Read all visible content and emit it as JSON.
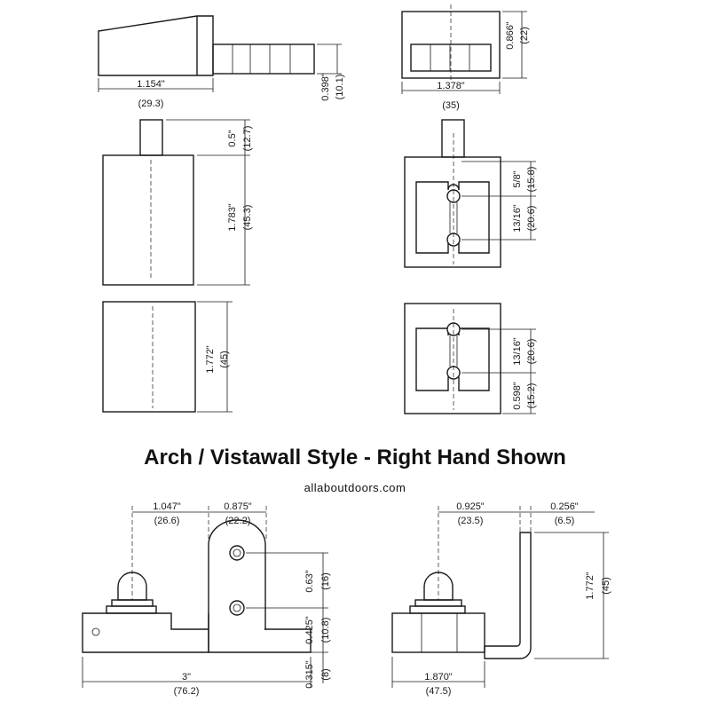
{
  "title": "Arch / Vistawall Style - Right Hand Shown",
  "source": "allaboutdoors.com",
  "dimensions": {
    "top_side_width_in": "1.154\"",
    "top_side_width_mm": "(29.3)",
    "top_side_pin_in": "0.398\"",
    "top_side_pin_mm": "(10.1)",
    "top_end_width_in": "1.378\"",
    "top_end_width_mm": "(35)",
    "top_end_height_in": "0.866\"",
    "top_end_height_mm": "(22)",
    "mid_pin_in": "0.5\"",
    "mid_pin_mm": "(12.7)",
    "mid_body_in": "1.783\"",
    "mid_body_mm": "(45.3)",
    "mid_slot_upper_in": "5/8\"",
    "mid_slot_upper_mm": "(15.8)",
    "mid_slot_lower_in": "13/16\"",
    "mid_slot_lower_mm": "(20.6)",
    "low_body_in": "1.772\"",
    "low_body_mm": "(45)",
    "low_slot_upper_in": "13/16\"",
    "low_slot_upper_mm": "(20.6)",
    "low_slot_lower_in": "0.598\"",
    "low_slot_lower_mm": "(15.2)",
    "bl_offset_in": "1.047\"",
    "bl_offset_mm": "(26.6)",
    "bl_plate_w_in": "0.875\"",
    "bl_plate_w_mm": "(22.2)",
    "bl_holes_in": "0.63\"",
    "bl_holes_mm": "(16)",
    "bl_step_in": "0.425\"",
    "bl_step_mm": "(10.8)",
    "bl_base_h_in": "0.315\"",
    "bl_base_h_mm": "(8)",
    "bl_len_in": "3\"",
    "bl_len_mm": "(76.2)",
    "br_offset_in": "0.925\"",
    "br_offset_mm": "(23.5)",
    "br_arm_in": "0.256\"",
    "br_arm_mm": "(6.5)",
    "br_height_in": "1.772\"",
    "br_height_mm": "(45)",
    "br_len_in": "1.870\"",
    "br_len_mm": "(47.5)"
  }
}
